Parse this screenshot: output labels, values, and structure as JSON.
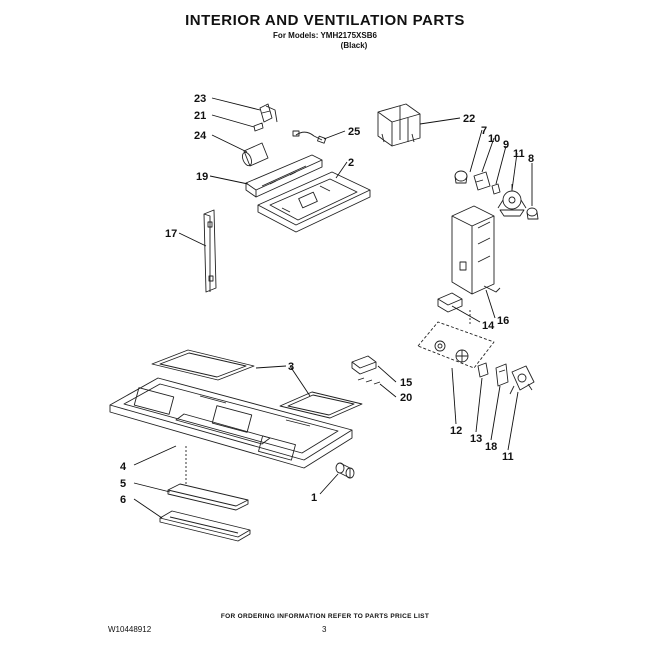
{
  "header": {
    "title": "INTERIOR AND VENTILATION PARTS",
    "models_line": "For Models: YMH2175XSB6",
    "color_line": "(Black)"
  },
  "callouts": [
    "23",
    "21",
    "24",
    "25",
    "22",
    "7",
    "10",
    "9",
    "11",
    "8",
    "2",
    "19",
    "17",
    "16",
    "14",
    "3",
    "15",
    "20",
    "12",
    "13",
    "18",
    "11",
    "4",
    "5",
    "6",
    "1"
  ],
  "footer": {
    "ordering_note": "FOR ORDERING INFORMATION REFER TO PARTS PRICE LIST",
    "doc_id": "W10448912",
    "page_number": "3"
  }
}
